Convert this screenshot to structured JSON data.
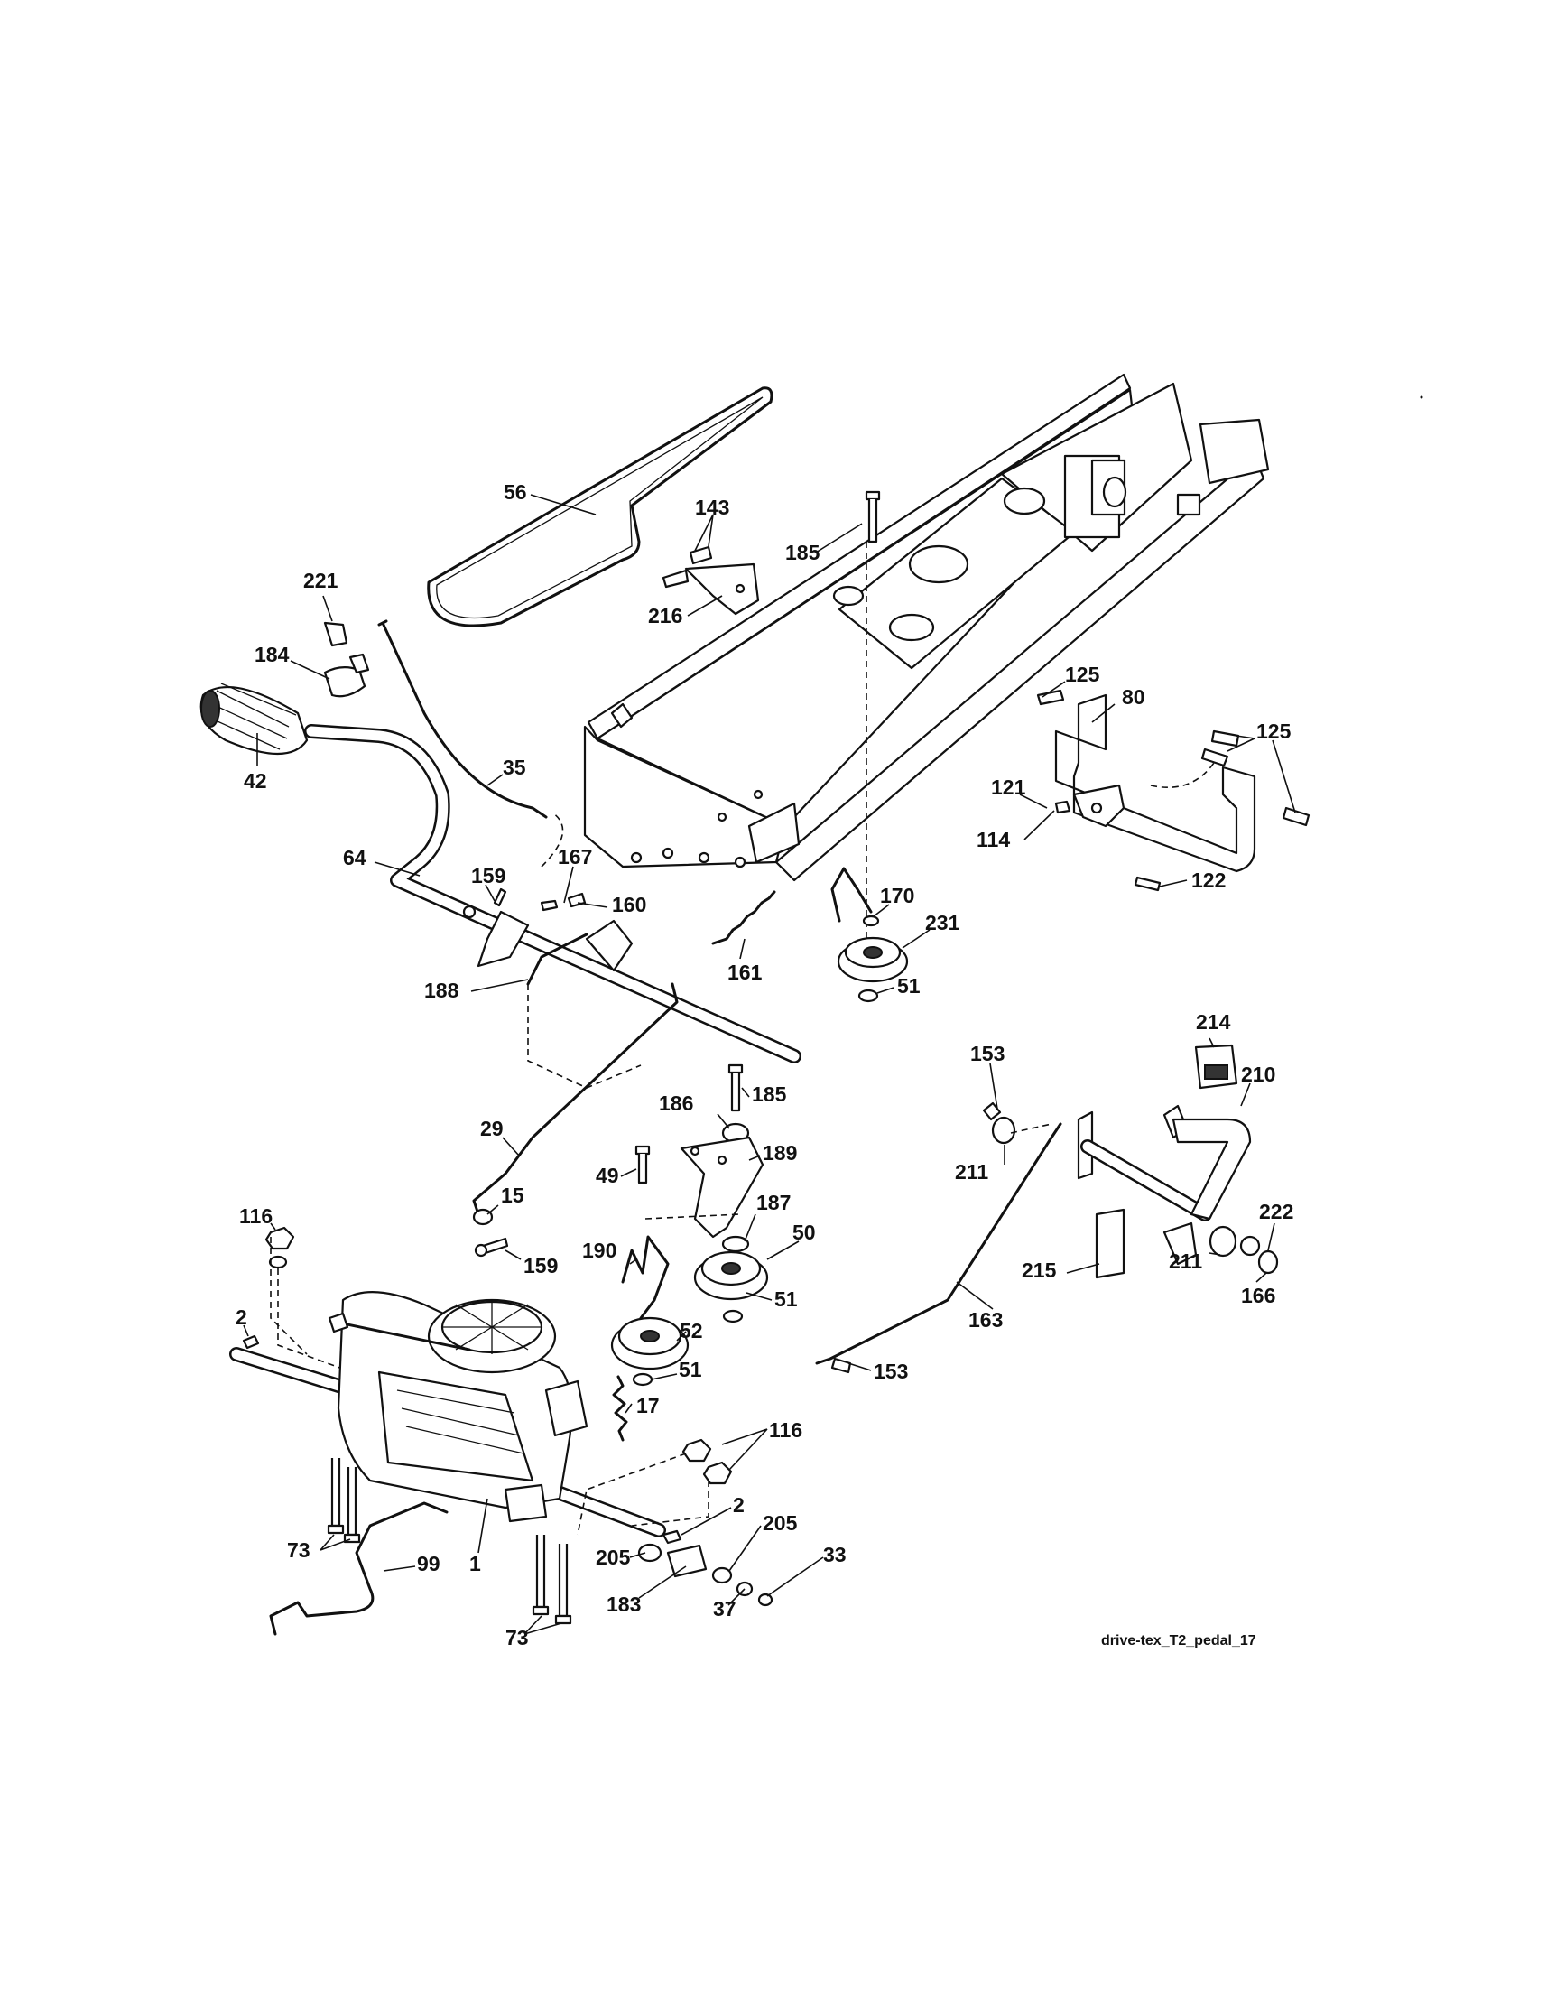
{
  "diagram": {
    "caption": "drive-tex_T2_pedal_17",
    "callouts": {
      "c56": "56",
      "c143": "143",
      "c185a": "185",
      "c216": "216",
      "c221": "221",
      "c184": "184",
      "c42": "42",
      "c35": "35",
      "c125a": "125",
      "c80": "80",
      "c125b": "125",
      "c121": "121",
      "c114": "114",
      "c122": "122",
      "c64": "64",
      "c159a": "159",
      "c167": "167",
      "c160": "160",
      "c161": "161",
      "c170": "170",
      "c231": "231",
      "c51a": "51",
      "c188": "188",
      "c153a": "153",
      "c214": "214",
      "c210": "210",
      "c186": "186",
      "c185b": "185",
      "c29": "29",
      "c189": "189",
      "c49": "49",
      "c211a": "211",
      "c15": "15",
      "c187": "187",
      "c222": "222",
      "c116a": "116",
      "c159b": "159",
      "c190": "190",
      "c50": "50",
      "c163": "163",
      "c215": "215",
      "c211b": "211",
      "c166": "166",
      "c2a": "2",
      "c51b": "51",
      "c52": "52",
      "c51c": "51",
      "c153b": "153",
      "c17": "17",
      "c116b": "116",
      "c2b": "2",
      "c205a": "205",
      "c73a": "73",
      "c1": "1",
      "c99": "99",
      "c205b": "205",
      "c33": "33",
      "c183": "183",
      "c37": "37",
      "c73b": "73"
    }
  }
}
